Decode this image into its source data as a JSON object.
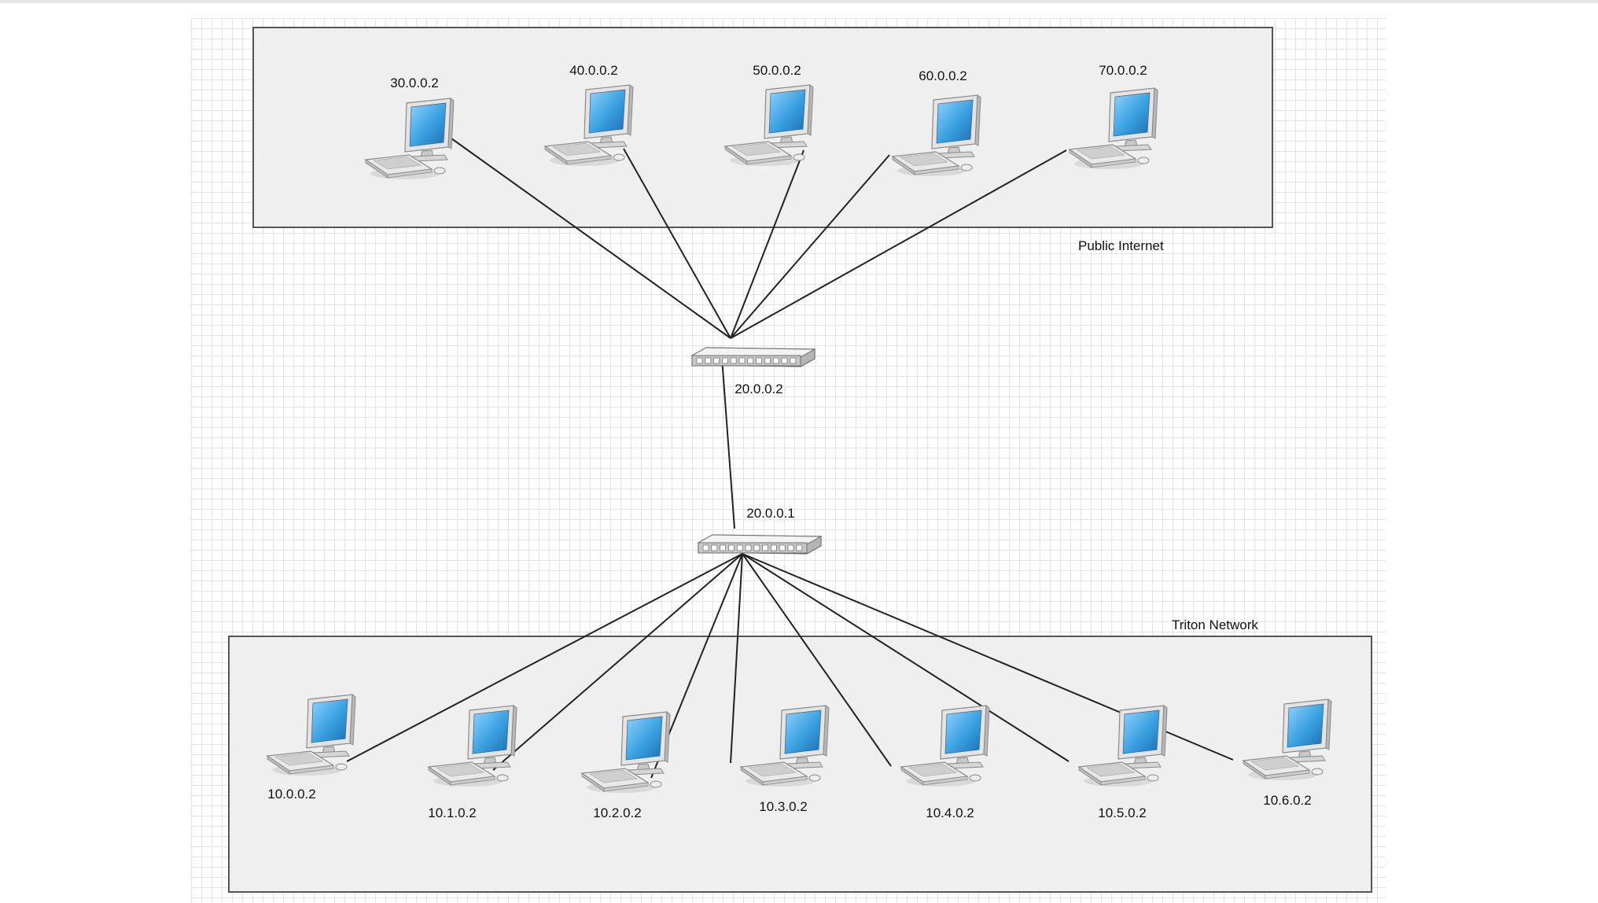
{
  "zones": {
    "public": {
      "label": "Public Internet"
    },
    "triton": {
      "label": "Triton Network"
    }
  },
  "routers": {
    "upper": {
      "ip": "20.0.0.2"
    },
    "lower": {
      "ip": "20.0.0.1"
    }
  },
  "public_hosts": [
    {
      "ip": "30.0.0.2"
    },
    {
      "ip": "40.0.0.2"
    },
    {
      "ip": "50.0.0.2"
    },
    {
      "ip": "60.0.0.2"
    },
    {
      "ip": "70.0.0.2"
    }
  ],
  "triton_hosts": [
    {
      "ip": "10.0.0.2"
    },
    {
      "ip": "10.1.0.2"
    },
    {
      "ip": "10.2.0.2"
    },
    {
      "ip": "10.3.0.2"
    },
    {
      "ip": "10.4.0.2"
    },
    {
      "ip": "10.5.0.2"
    },
    {
      "ip": "10.6.0.2"
    }
  ],
  "colors": {
    "screen": "#3aa0e0",
    "zone_fill": "#efefef",
    "zone_border": "#555555",
    "link": "#222222"
  }
}
